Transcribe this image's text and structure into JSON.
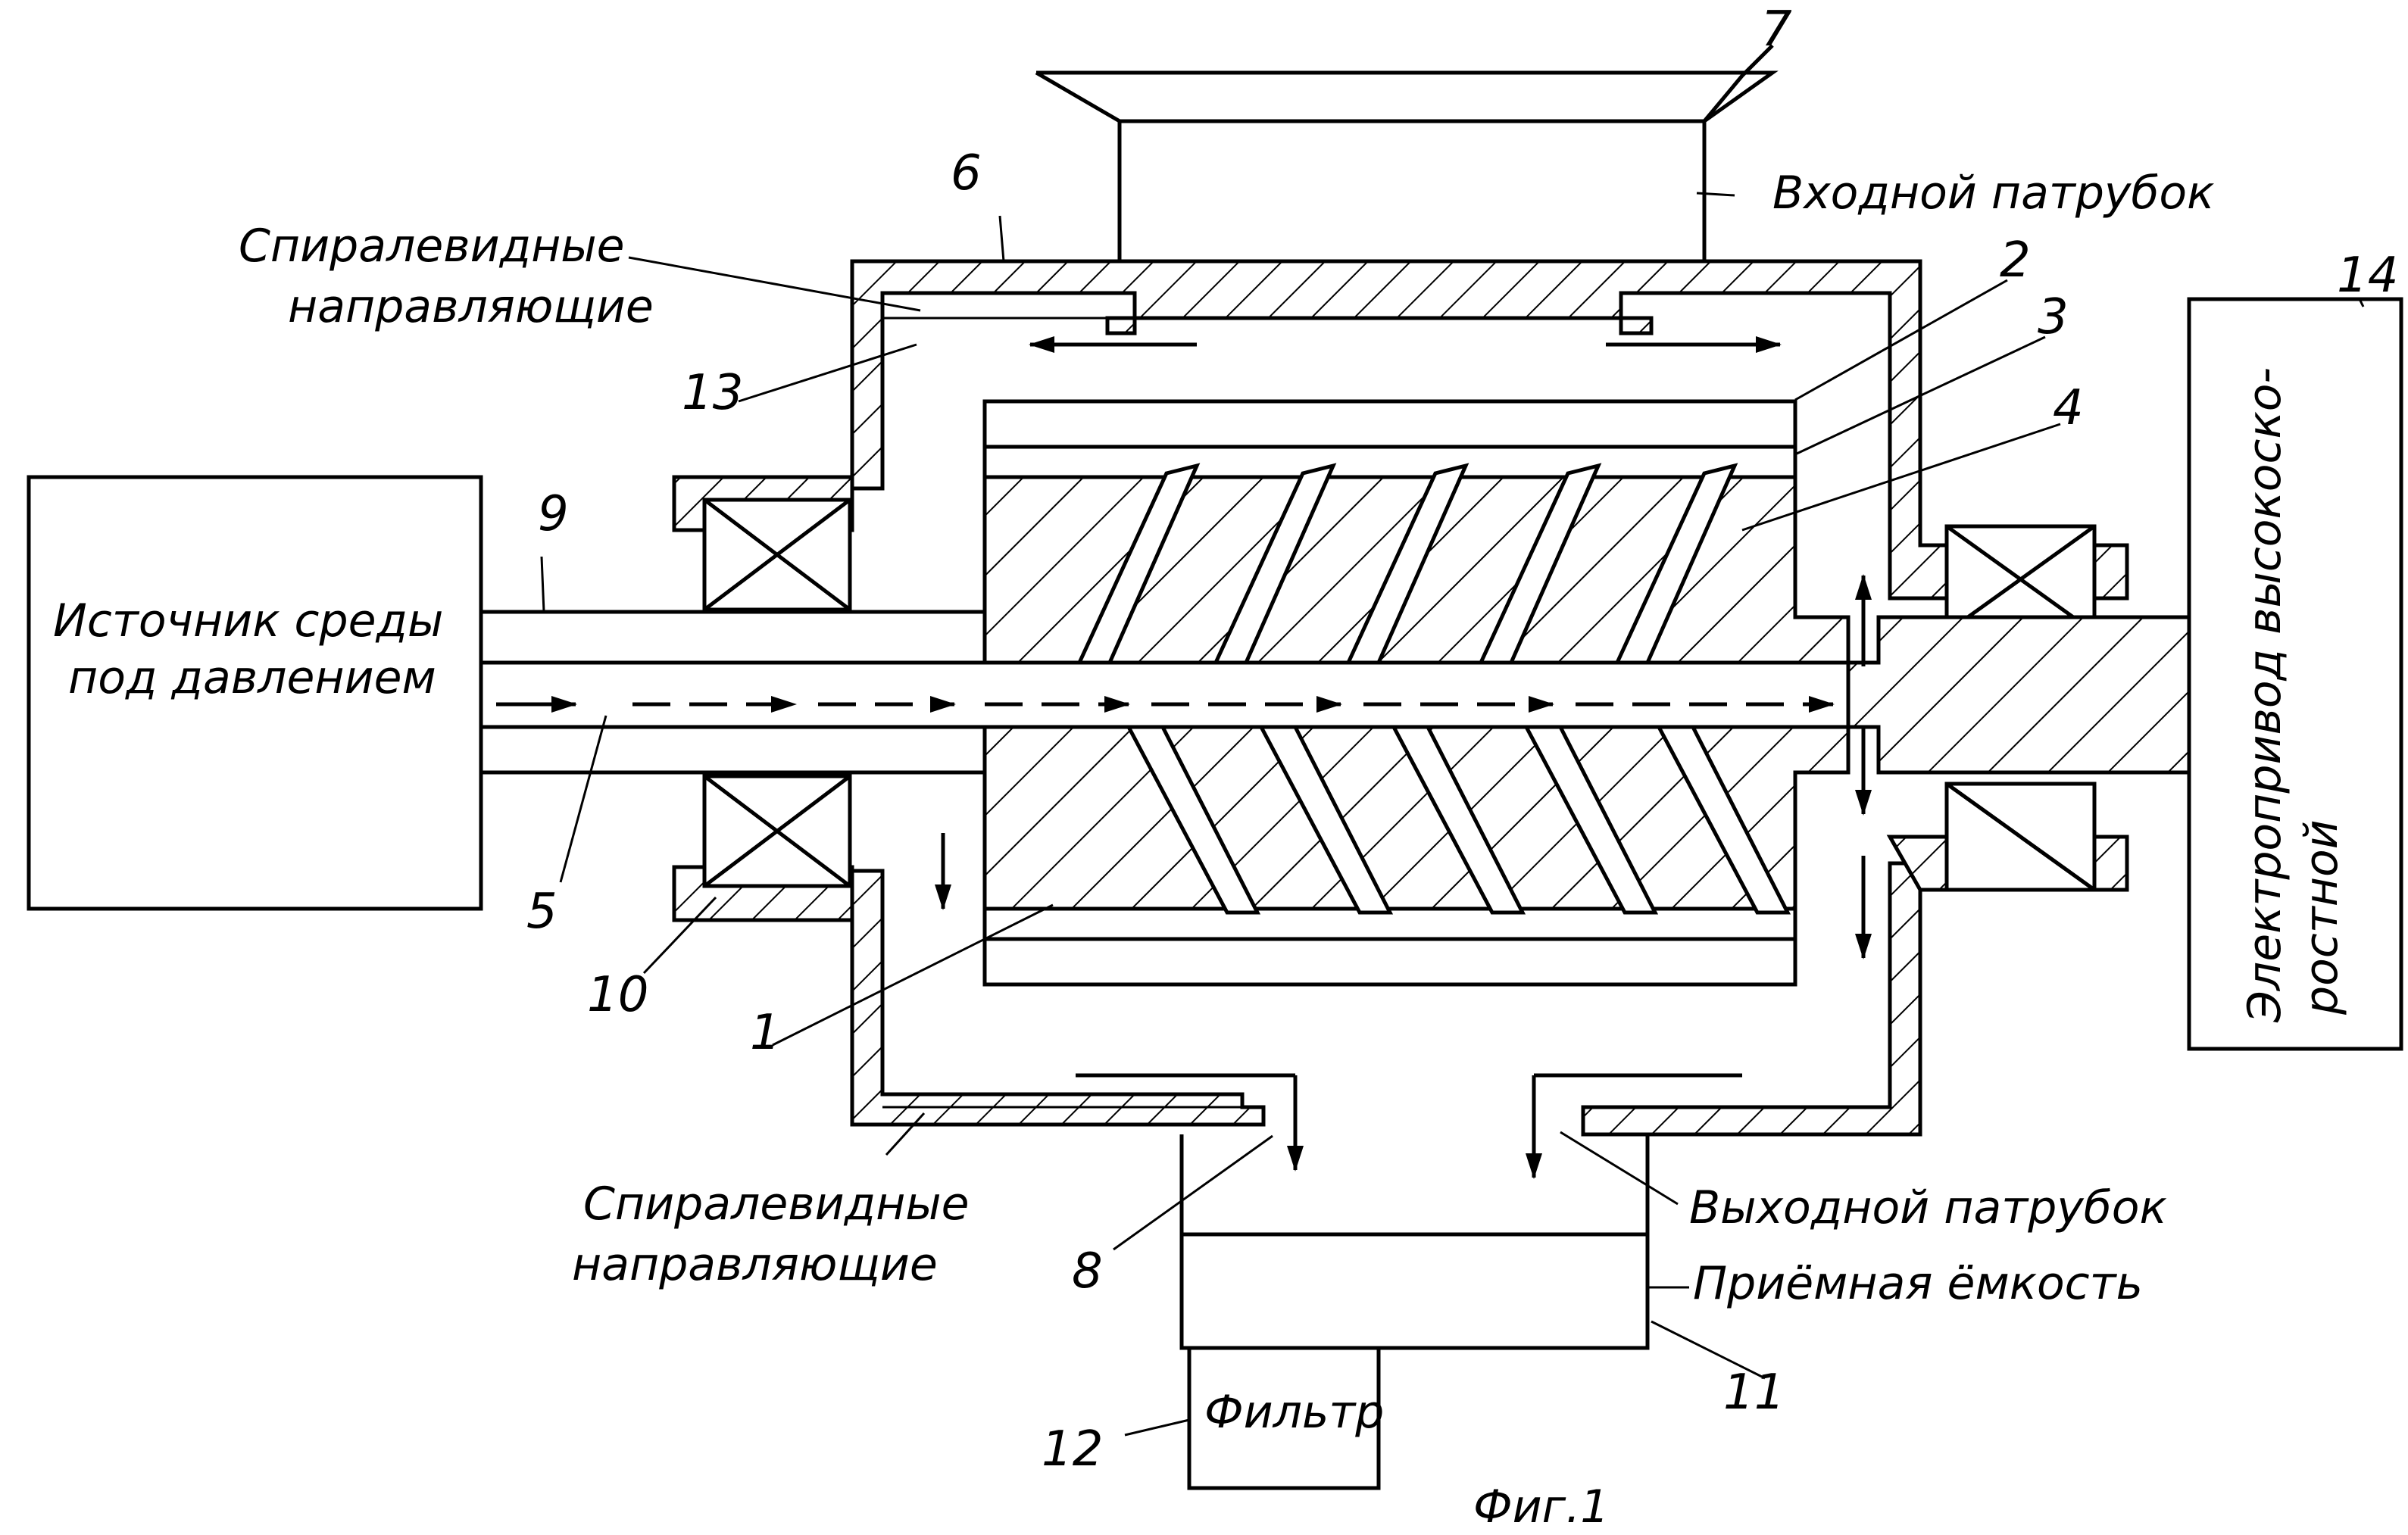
{
  "labels": {
    "source": [
      "Источник среды",
      "под давлением"
    ],
    "inlet": "Входной патрубок",
    "outlet": "Выходной патрубок",
    "receiver": "Приёмная ёмкость",
    "filter": "Фильтр",
    "drive": [
      "Электропривод высокоско-",
      "ростной"
    ],
    "guides_top": [
      "Спиралевидные",
      "направляющие"
    ],
    "guides_bottom": [
      "Спиралевидные",
      "направляющие"
    ],
    "figure": "Фиг.1"
  },
  "numbers": {
    "n1": "1",
    "n2": "2",
    "n3": "3",
    "n4": "4",
    "n5": "5",
    "n6": "6",
    "n7": "7",
    "n8": "8",
    "n9": "9",
    "n10": "10",
    "n11": "11",
    "n12": "12",
    "n13": "13",
    "n14": "14"
  }
}
